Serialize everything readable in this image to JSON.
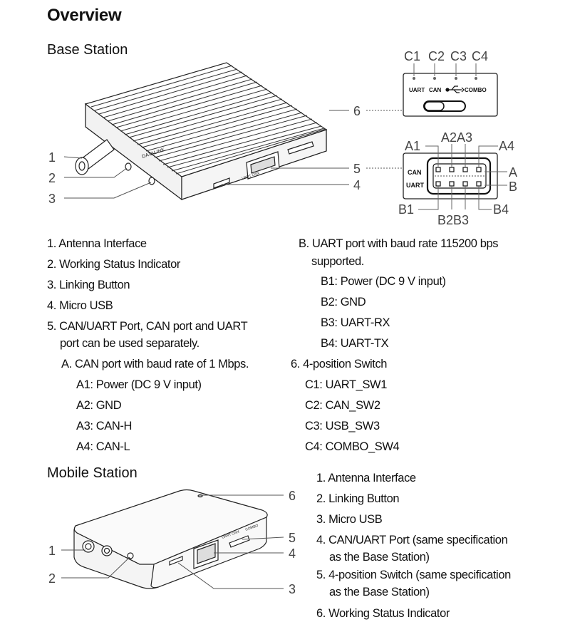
{
  "title": "Overview",
  "base": {
    "heading": "Base Station",
    "callouts": [
      "1",
      "2",
      "3",
      "4",
      "5",
      "6"
    ],
    "switch": {
      "top_labels": [
        "C1",
        "C2",
        "C3",
        "C4"
      ],
      "port_labels": [
        "UART",
        "CAN",
        "COMBO"
      ]
    },
    "port": {
      "top_labels": [
        "A1",
        "A2A3",
        "A4"
      ],
      "bottom_labels": [
        "B1",
        "B2B3",
        "B4"
      ],
      "row_labels": [
        "CAN",
        "UART"
      ],
      "side_labels": [
        "A",
        "B"
      ]
    },
    "device_text": {
      "brand": "DATALINK",
      "ports": "UART CAN"
    },
    "left_list": [
      "1. Antenna Interface",
      "2. Working Status Indicator",
      "3. Linking Button",
      "4. Micro USB",
      "5. CAN/UART Port, CAN port and UART",
      "port can be used separately.",
      "A. CAN port with baud rate of 1 Mbps.",
      "A1: Power (DC 9 V input)",
      "A2: GND",
      "A3: CAN-H",
      "A4: CAN-L"
    ],
    "right_list": [
      "B. UART port with baud rate 115200 bps",
      "supported.",
      "B1: Power (DC 9 V input)",
      "B2: GND",
      "B3: UART-RX",
      "B4: UART-TX",
      "6. 4-position Switch",
      "C1: UART_SW1",
      "C2: CAN_SW2",
      "C3: USB_SW3",
      "C4: COMBO_SW4"
    ]
  },
  "mobile": {
    "heading": "Mobile Station",
    "callouts": [
      "1",
      "2",
      "3",
      "4",
      "5",
      "6"
    ],
    "device_text": {
      "ports": "UART CAN",
      "switch": "COMBO"
    },
    "list": [
      "1. Antenna Interface",
      "2. Linking Button",
      "3. Micro USB",
      "4. CAN/UART Port (same specification",
      "as the Base Station)",
      "5. 4-position Switch (same specification",
      "as the Base Station)",
      "6. Working Status Indicator"
    ]
  }
}
